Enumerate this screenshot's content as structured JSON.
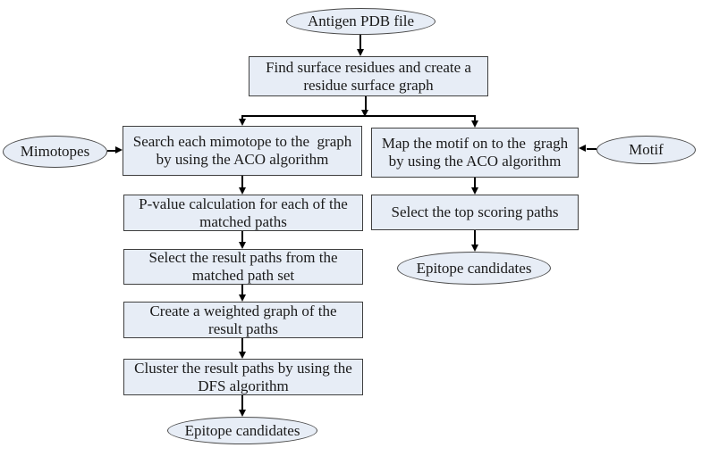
{
  "colors": {
    "node_fill": "#e7edf6",
    "node_border": "#3f3f3f",
    "ellipse_border": "#4a4a4a",
    "line": "#000000",
    "text": "#1a1a1a",
    "bg": "#ffffff"
  },
  "nodes": {
    "antigen": {
      "shape": "ellipse",
      "label": "Antigen PDB file"
    },
    "find_surface": {
      "shape": "rect",
      "label": "Find surface residues and create a\nresidue surface graph"
    },
    "mimotopes": {
      "shape": "ellipse",
      "label": "Mimotopes"
    },
    "search_mimotope": {
      "shape": "rect",
      "label": "Search each mimotope to the  graph\nby using the ACO algorithm"
    },
    "map_motif": {
      "shape": "rect",
      "label": "Map the motif on to the  gragh\nby using the ACO algorithm"
    },
    "motif": {
      "shape": "ellipse",
      "label": "Motif"
    },
    "pvalue": {
      "shape": "rect",
      "label": "P-value calculation for each of the\nmatched paths"
    },
    "select_result": {
      "shape": "rect",
      "label": "Select the result paths from the\nmatched path set"
    },
    "create_weighted": {
      "shape": "rect",
      "label": "Create a weighted graph of the\nresult paths"
    },
    "cluster": {
      "shape": "rect",
      "label": "Cluster the result paths by using the\nDFS algorithm"
    },
    "epitope_left": {
      "shape": "ellipse",
      "label": "Epitope candidates"
    },
    "select_top": {
      "shape": "rect",
      "label": "Select the top scoring paths"
    },
    "epitope_right": {
      "shape": "ellipse",
      "label": "Epitope candidates"
    }
  }
}
